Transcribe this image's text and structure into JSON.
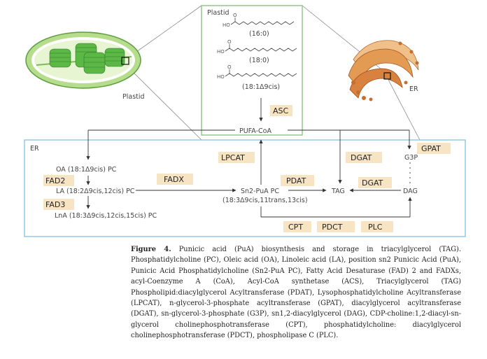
{
  "plastid_panel": {
    "title": "Plastid",
    "fatty_acids": [
      {
        "label": "(16:0)",
        "head": "HO"
      },
      {
        "label": "(18:0)",
        "head": "HO"
      },
      {
        "label": "(18:1Δ9cis)",
        "head": "HO"
      }
    ]
  },
  "chloroplast_label": "Plastid",
  "er_label_right": "ER",
  "er_box_label": "ER",
  "nodes": {
    "pufa_coa": "PUFA-CoA",
    "oa_pc": "OA (18:1Δ9cis) PC",
    "la_pc": "LA (18:2Δ9cis,12cis) PC",
    "lna_pc": "LnA (18:3Δ9cis,12cis,15cis) PC",
    "sn2_pua_pc": "Sn2-PuA PC",
    "sn2_pua_pc_detail": "(18:3Δ9cis,11trans,13cis)",
    "tag": "TAG",
    "g3p": "G3P",
    "dag": "DAG"
  },
  "enzymes": {
    "asc": "ASC",
    "fad2": "FAD2",
    "fad3": "FAD3",
    "fadx": "FADX",
    "lpcat": "LPCAT",
    "pdat": "PDAT",
    "dgat_top": "DGAT",
    "dgat_mid": "DGAT",
    "gpat": "GPAT",
    "cpt": "CPT",
    "pdct": "PDCT",
    "plc": "PLC"
  },
  "caption": {
    "figure_label": "Figure 4.",
    "text": "Punicic acid (PuA) biosynthesis and storage in triacylglycerol (TAG). Phosphatidylcholine (PC), Oleic acid (OA), Linoleic acid (LA), position sn2 Punicic Acid (PuA), Punicic Acid Phosphatidylcholine (Sn2-PuA PC), Fatty Acid Desaturase (FAD) 2 and FADXs, acyl-Coenzyme A (CoA), Acyl-CoA synthetase (ACS), Triacylglycerol (TAG) Phospholipid:diacylglycerol Acyltransferase (PDAT), Lysophosphatidylcholine Acyltransferase (LPCAT), n-glycerol-3-phosphate acyltransferase (GPAT), diacylglycerol acyltransferase (DGAT), sn-glycerol-3-phosphate (G3P), sn1,2-diacylglycerol (DAG), CDP-choline:1,2-diacyl-sn-glycerol cholinephosphotransferase (CPT), phosphatidylcholine: diacylglycerol cholinephosphotransferase (PDCT), phospholipase C (PLC)."
  },
  "colors": {
    "plastid_border": "#8cc57f",
    "er_border": "#8bc4e8",
    "enzyme_fill": "#f7e4c3",
    "chloroplast_green": "#5cb845",
    "er_orange": "#d88a3e"
  }
}
